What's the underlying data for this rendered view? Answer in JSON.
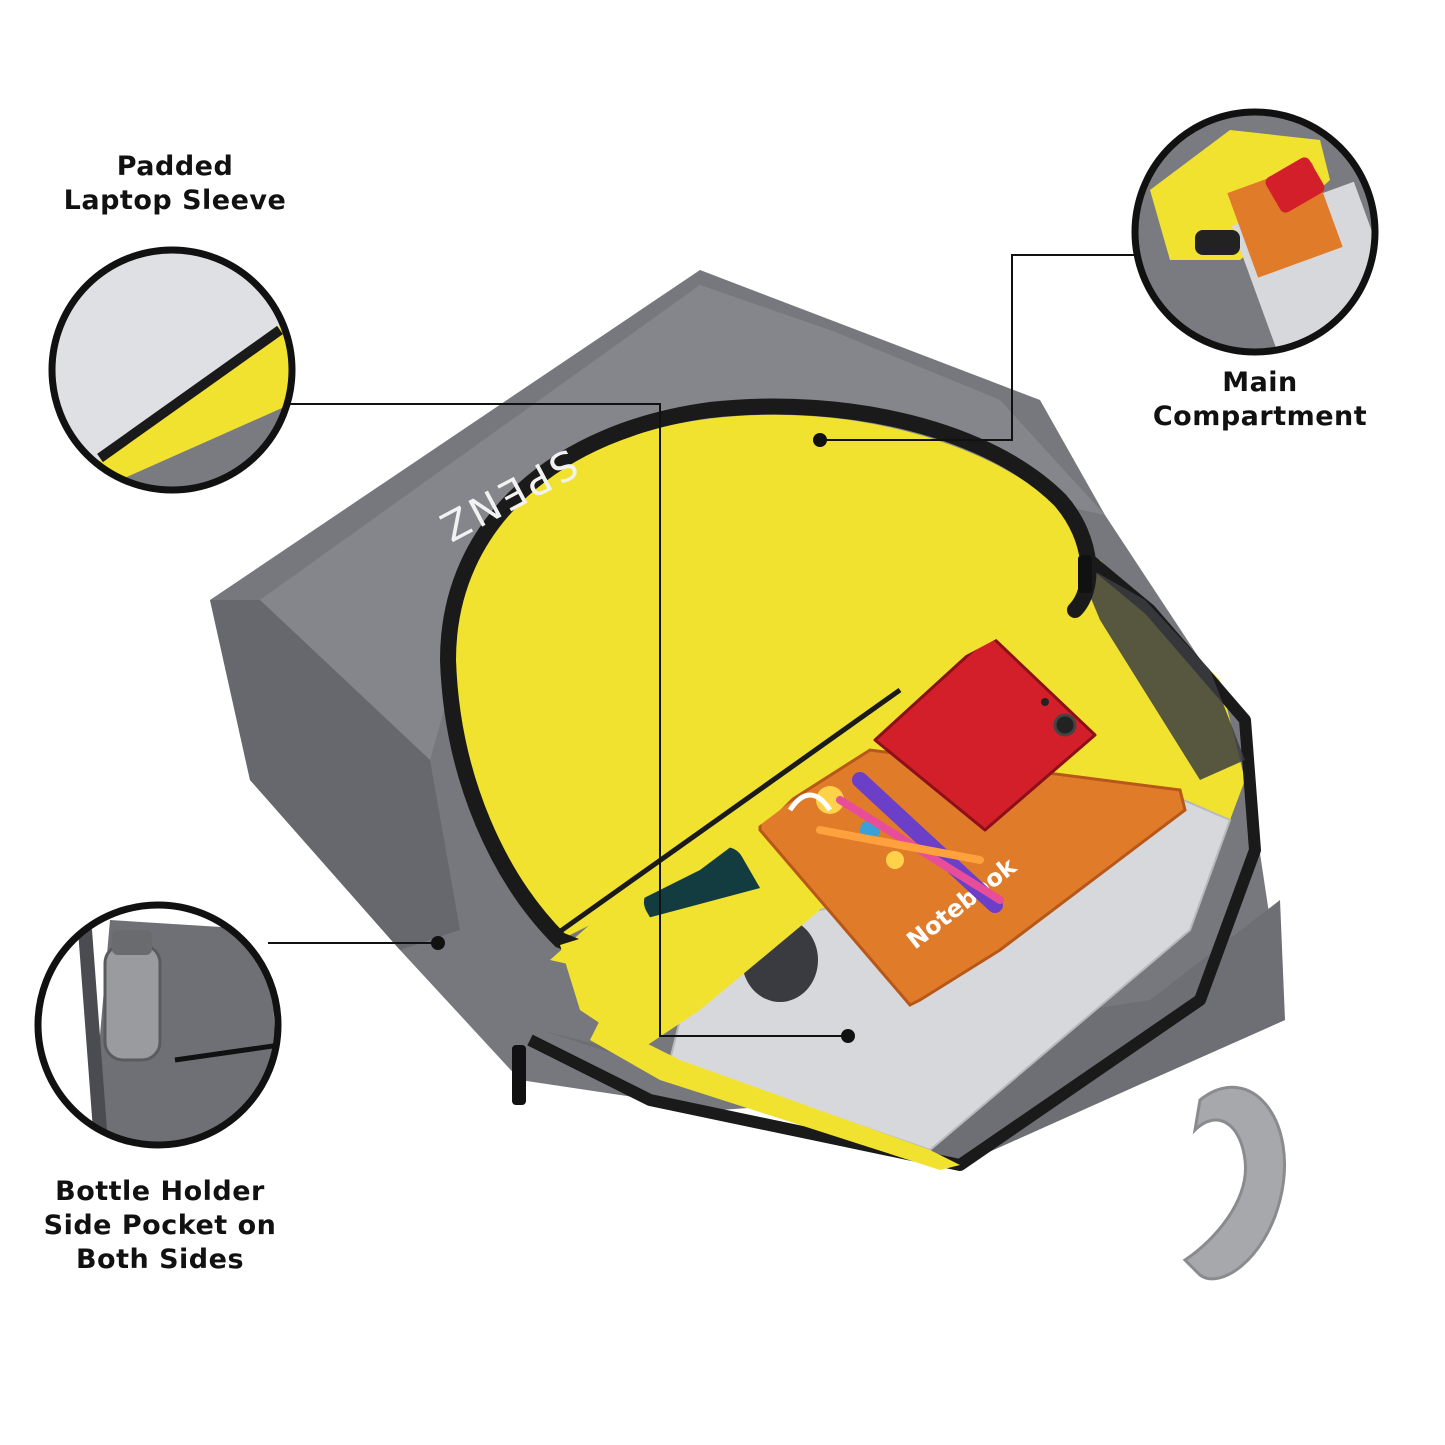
{
  "brand": "SPENZ",
  "notebook_label": "Notebook",
  "features": {
    "laptop_sleeve": {
      "line1": "Padded",
      "line2": "Laptop Sleeve"
    },
    "main_compartment": {
      "line1": "Main",
      "line2": "Compartment"
    },
    "bottle_holder": {
      "line1": "Bottle Holder",
      "line2": "Side Pocket on",
      "line3": "Both Sides"
    }
  },
  "colors": {
    "bag_gray": "#77787d",
    "lining_yellow": "#f2e230",
    "zipper_black": "#1a1a1a",
    "phone_red": "#d21f2a",
    "notebook_orange": "#e07b2a",
    "laptop_silver": "#d7d8dc"
  },
  "icons": [
    "apple-logo-icon"
  ]
}
